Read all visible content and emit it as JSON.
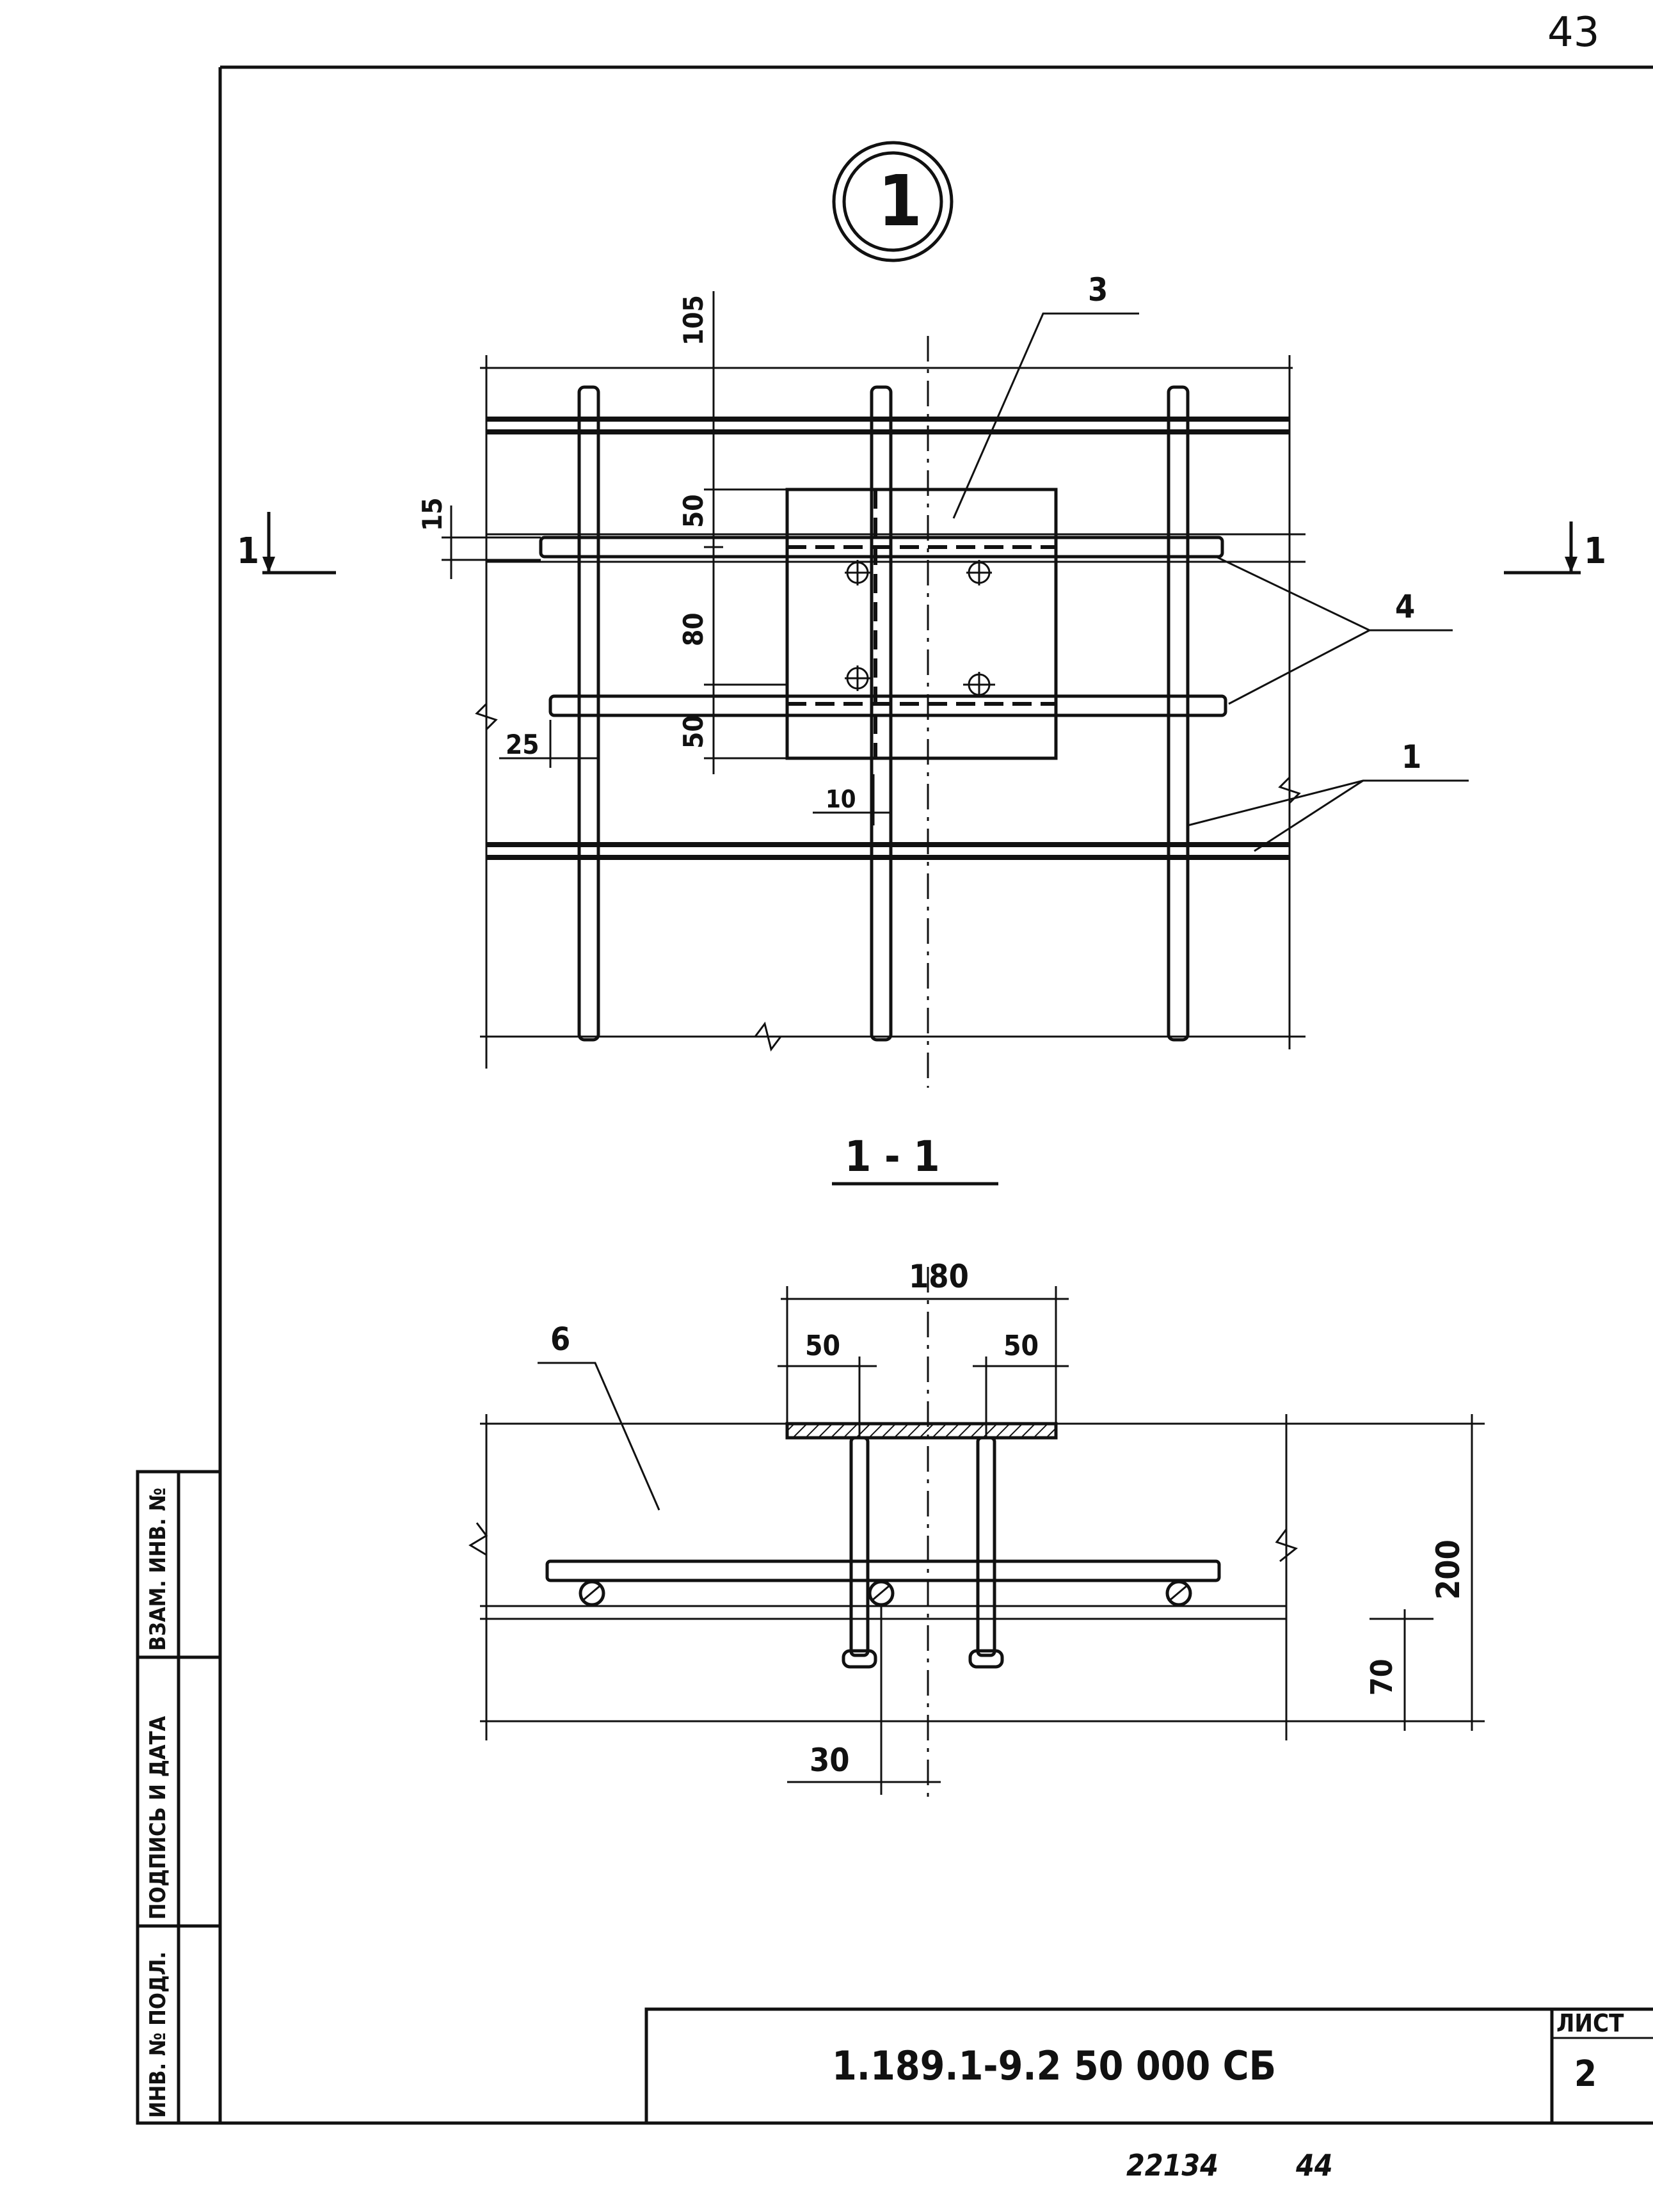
{
  "page_number": "43",
  "node_marker": "1",
  "plan": {
    "dims": [
      "105",
      "15",
      "50",
      "80",
      "50",
      "25",
      "10"
    ],
    "callouts": [
      "3",
      "4",
      "1"
    ],
    "cut_mark": "1"
  },
  "section": {
    "title": "1 - 1",
    "dims": [
      "180",
      "50",
      "50",
      "200",
      "70",
      "30"
    ],
    "callout": "6"
  },
  "side_stamp": {
    "cells": [
      "ИНВ. № ПОДЛ.",
      "ПОДПИСЬ И ДАТА",
      "ВЗАМ. ИНВ. №"
    ]
  },
  "title_block": {
    "code": "1.189.1-9.2 50 000 СБ",
    "sheet_label": "ЛИСТ",
    "sheet_number": "2"
  },
  "footer": {
    "archive_number": "22134",
    "page_ref": "44"
  }
}
